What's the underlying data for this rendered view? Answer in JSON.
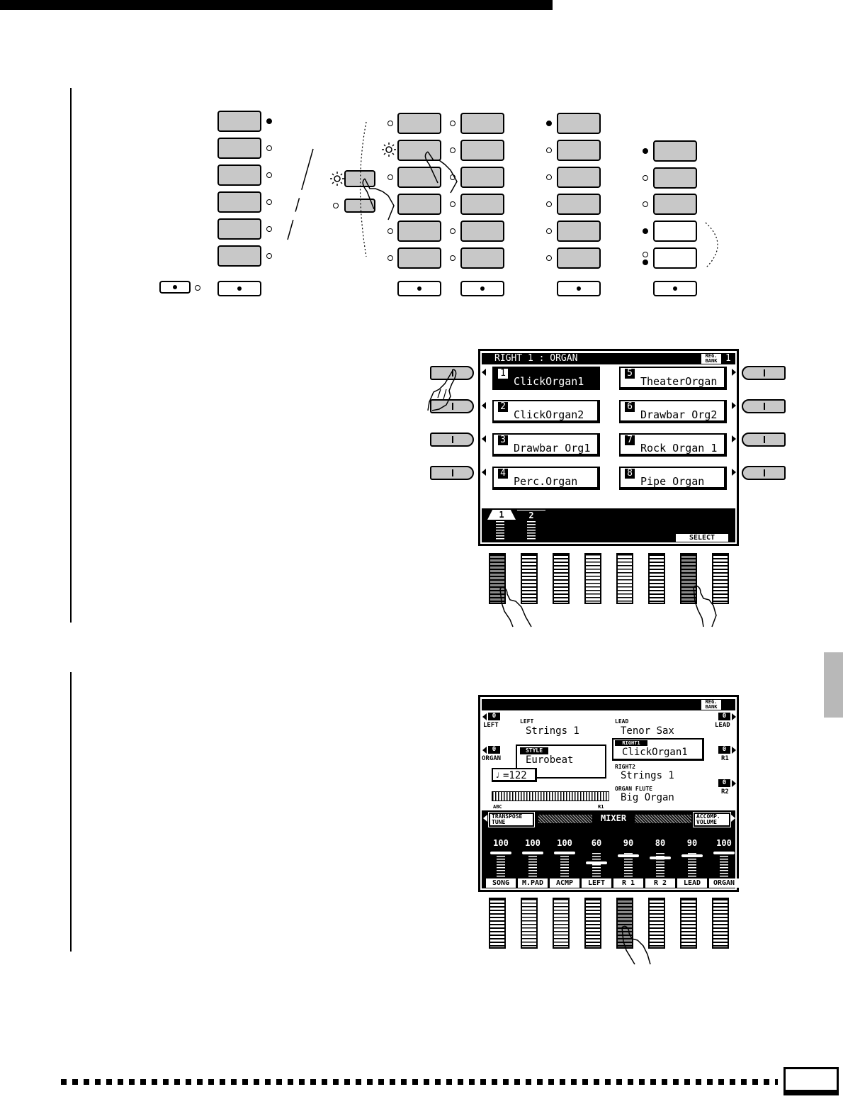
{
  "panel1": {
    "title": "RIGHT 1 : ORGAN",
    "reg_bank_label": "REG. BANK",
    "reg_bank_num": "1",
    "voices": [
      {
        "num": "1",
        "name": "ClickOrgan1"
      },
      {
        "num": "2",
        "name": "ClickOrgan2"
      },
      {
        "num": "3",
        "name": "Drawbar Org1"
      },
      {
        "num": "4",
        "name": "Perc.Organ"
      },
      {
        "num": "5",
        "name": "TheaterOrgan"
      },
      {
        "num": "6",
        "name": "Drawbar Org2"
      },
      {
        "num": "7",
        "name": "Rock Organ 1"
      },
      {
        "num": "8",
        "name": "Pipe Organ"
      }
    ],
    "tabs": [
      "1",
      "2"
    ],
    "select_label": "SELECT"
  },
  "panel2": {
    "reg_bank_label": "REG. BANK",
    "left_val": "0",
    "left_label": "LEFT",
    "organ_val": "0",
    "organ_label": "ORGAN",
    "lead_val": "0",
    "lead_label": "LEAD",
    "r1_val": "0",
    "r1_label": "R1",
    "r2_val": "0",
    "r2_label": "R2",
    "left_voice_label": "LEFT",
    "left_voice": "Strings 1",
    "lead_voice_label": "LEAD",
    "lead_voice": "Tenor Sax",
    "style_label": "STYLE",
    "style": "Eurobeat",
    "tempo": "=122",
    "right1_label": "RIGHT1",
    "right1_voice": "ClickOrgan1",
    "right2_label": "RIGHT2",
    "right2_voice": "Strings 1",
    "organ_flute_label": "ORGAN FLUTE",
    "organ_flute": "Big  Organ",
    "abc_label": "ABC",
    "r1_kbd_label": "R1",
    "transpose_label": "TRANSPOSE TUNE",
    "mixer_label": "MIXER",
    "accomp_label": "ACCOMP. VOLUME",
    "mixer": [
      {
        "label": "SONG",
        "value": "100",
        "level": 100
      },
      {
        "label": "M.PAD",
        "value": "100",
        "level": 100
      },
      {
        "label": "ACMP",
        "value": "100",
        "level": 100
      },
      {
        "label": "LEFT",
        "value": "60",
        "level": 60
      },
      {
        "label": "R 1",
        "value": "90",
        "level": 90
      },
      {
        "label": "R 2",
        "value": "80",
        "level": 80
      },
      {
        "label": "LEAD",
        "value": "90",
        "level": 90
      },
      {
        "label": "ORGAN",
        "value": "100",
        "level": 100
      }
    ]
  }
}
